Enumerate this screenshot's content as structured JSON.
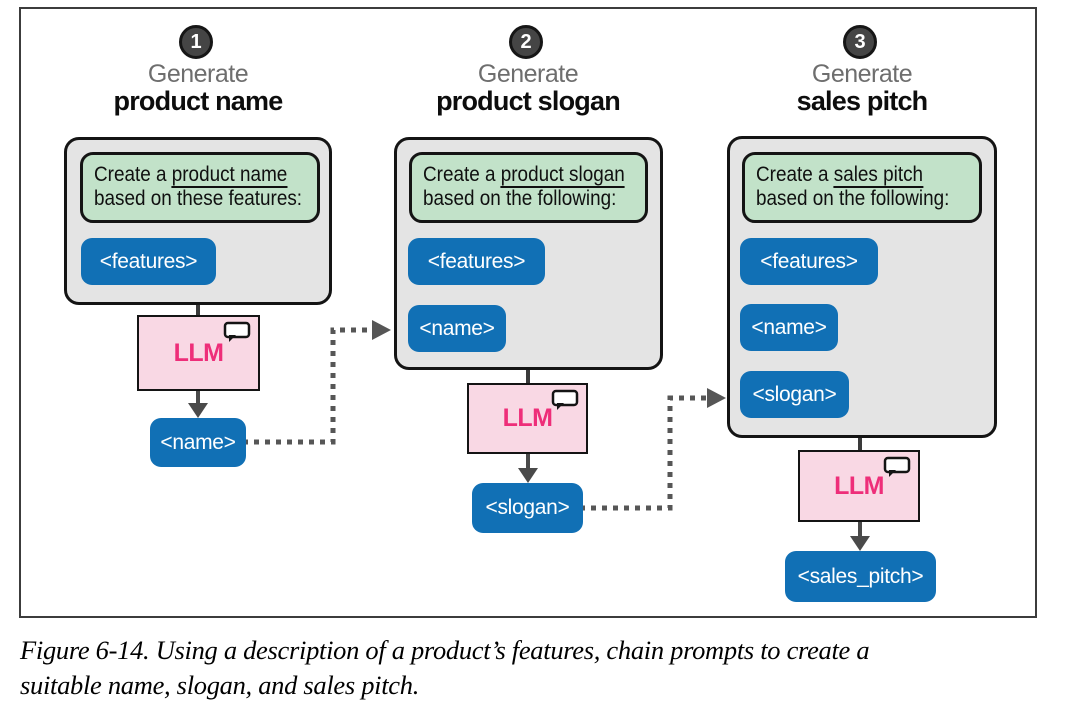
{
  "figure": {
    "caption_line1": "Figure 6-14. Using a description of a product’s features, chain prompts to create a",
    "caption_line2": "suitable name, slogan, and sales pitch."
  },
  "colors": {
    "chip_blue": "#1170b5",
    "prompt_green": "#c2e2c9",
    "llm_pink_bg": "#f9d8e4",
    "llm_text_pink": "#ee2e79",
    "panel_gray": "#e4e4e4",
    "connector_gray": "#565656"
  },
  "panels": [
    {
      "number": "1",
      "header_line1": "Generate",
      "header_line2": "product name",
      "prompt": {
        "prefix": "Create a ",
        "underlined": "product name",
        "line2": "based on these features:"
      },
      "inputs": [
        "<features>"
      ],
      "llm_label": "LLM",
      "output": "<name>"
    },
    {
      "number": "2",
      "header_line1": "Generate",
      "header_line2": "product slogan",
      "prompt": {
        "prefix": "Create a ",
        "underlined": "product slogan",
        "line2": "based on the following:"
      },
      "inputs": [
        "<features>",
        "<name>"
      ],
      "llm_label": "LLM",
      "output": "<slogan>"
    },
    {
      "number": "3",
      "header_line1": "Generate",
      "header_line2": "sales pitch",
      "prompt": {
        "prefix": "Create a ",
        "underlined": "sales pitch",
        "line2": "based on the following:"
      },
      "inputs": [
        "<features>",
        "<name>",
        "<slogan>"
      ],
      "llm_label": "LLM",
      "output": "<sales_pitch>"
    }
  ]
}
